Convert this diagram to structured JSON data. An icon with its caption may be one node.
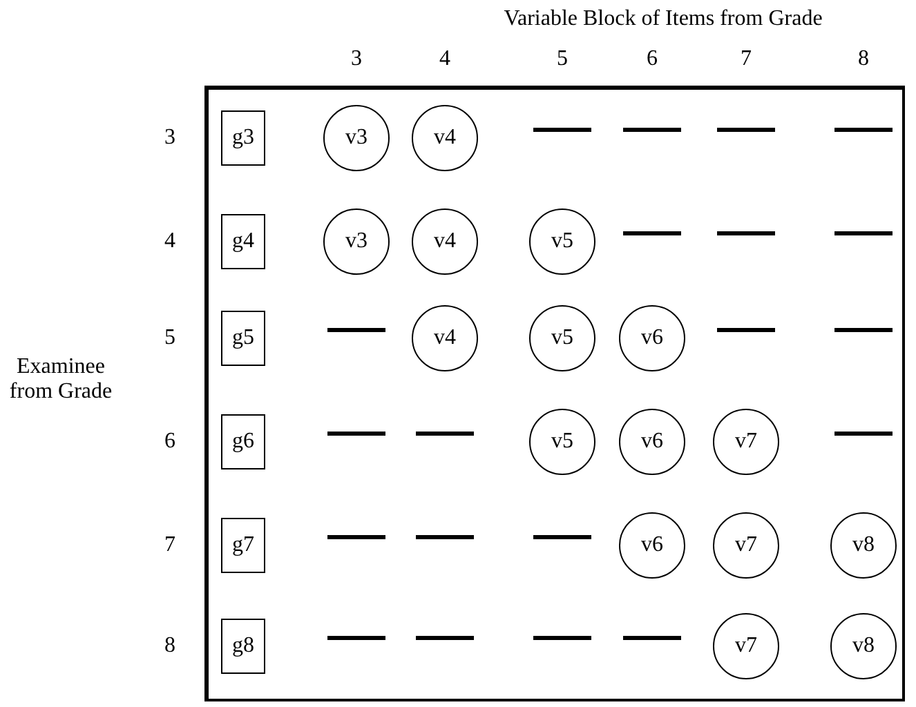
{
  "diagram": {
    "nodes": [
      {
        "text": [
          "g3"
        ]
      },
      {
        "text": [
          "v3"
        ]
      },
      {
        "text": [
          "v4"
        ]
      },
      {
        "text": [
          "g4"
        ]
      },
      {
        "text": [
          "v3"
        ]
      },
      {
        "text": [
          "v4"
        ]
      },
      {
        "text": [
          "v5"
        ]
      },
      {
        "text": [
          "g5"
        ]
      },
      {
        "text": [
          "v4"
        ]
      },
      {
        "text": [
          "v5"
        ]
      },
      {
        "text": [
          "v6"
        ]
      },
      {
        "text": [
          "g6"
        ]
      },
      {
        "text": [
          "v5"
        ]
      },
      {
        "text": [
          "v6"
        ]
      },
      {
        "text": [
          "v7"
        ]
      },
      {
        "text": [
          "g7"
        ]
      },
      {
        "text": [
          "v6"
        ]
      },
      {
        "text": [
          "v7"
        ]
      },
      {
        "text": [
          "v8"
        ]
      },
      {
        "text": [
          "g8"
        ]
      },
      {
        "text": [
          "v7"
        ]
      },
      {
        "text": [
          "v8"
        ]
      }
    ],
    "edges": [],
    "labels": [
      "Variable Block of Items from Grade",
      "3",
      "4",
      "5",
      "6",
      "7",
      "8",
      "3",
      "4",
      "5",
      "Examinee from Grade",
      "6",
      "7",
      "8"
    ]
  }
}
